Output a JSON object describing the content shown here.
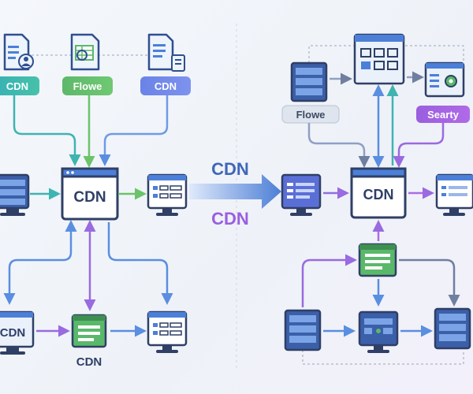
{
  "colors": {
    "navy": "#2f3f66",
    "blue": "#4c7fd8",
    "teal": "#3fb4b0",
    "green": "#5ab86a",
    "purple": "#8e6fe0",
    "violet": "#a865e0",
    "screen": "#eaf1fb",
    "bg": "#f3f6fa"
  },
  "left": {
    "docs": [
      {
        "label": "CDN",
        "icon": "user-document-icon",
        "color": "#3fb4b0"
      },
      {
        "label": "Flowe",
        "icon": "spreadsheet-document-icon",
        "color": "#5ab86a"
      },
      {
        "label": "CDN",
        "icon": "list-document-icon",
        "color": "#6b7fe0"
      }
    ],
    "hub_label": "CDN",
    "bottom_left_label": "CDN",
    "bottom_center_label": "CDN"
  },
  "middle": {
    "top_label": "CDN",
    "bottom_label": "CDN"
  },
  "right": {
    "tag_left": "Flowe",
    "tag_right": "Searty",
    "hub_label": "CDN"
  }
}
